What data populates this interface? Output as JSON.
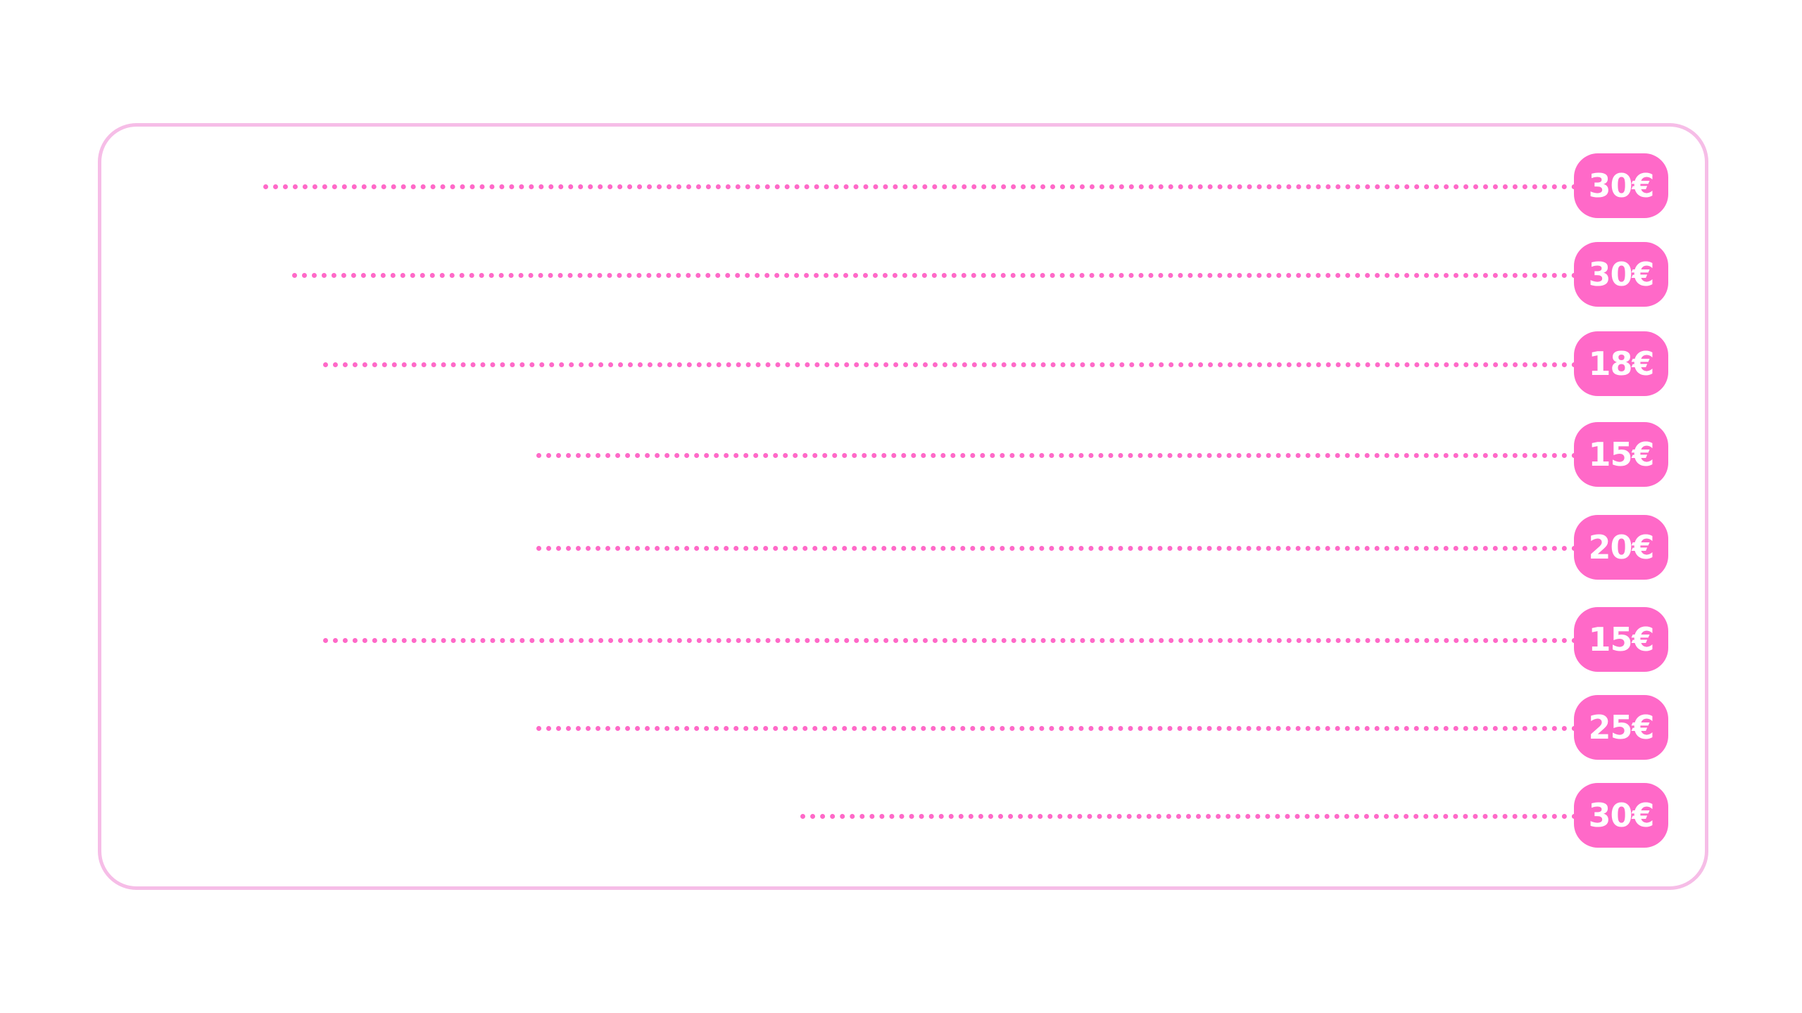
{
  "menu": {
    "items": [
      {
        "price": "30€"
      },
      {
        "price": "30€"
      },
      {
        "price": "18€"
      },
      {
        "price": "15€"
      },
      {
        "price": "20€"
      },
      {
        "price": "15€"
      },
      {
        "price": "25€"
      },
      {
        "price": "30€"
      }
    ]
  },
  "colors": {
    "accent": "#ff69c8",
    "border": "#f6bde7",
    "background": "#ffffff",
    "price_text": "#ffffff"
  }
}
